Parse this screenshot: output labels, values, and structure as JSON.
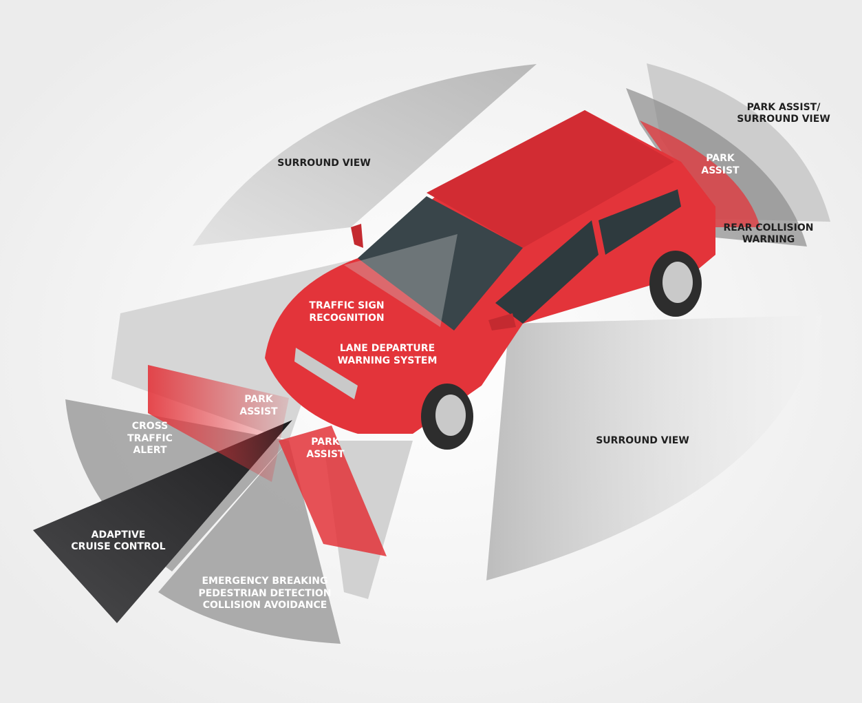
{
  "colors": {
    "red": "#e3343a",
    "dark": "#2b2b2d",
    "gray": "#b5b5b5",
    "background": "#f3f3f3"
  },
  "labels": {
    "surround_view_top": "SURROUND VIEW",
    "park_assist_surround_view": [
      "PARK ASSIST/",
      "SURROUND VIEW"
    ],
    "park_assist_rear": [
      "PARK",
      "ASSIST"
    ],
    "rear_collision_warning": [
      "REAR COLLISION",
      "WARNING"
    ],
    "traffic_sign_recognition": [
      "TRAFFIC SIGN",
      "RECOGNITION"
    ],
    "lane_departure_warning": [
      "LANE DEPARTURE",
      "WARNING SYSTEM"
    ],
    "park_assist_front_left": [
      "PARK",
      "ASSIST"
    ],
    "cross_traffic_alert": [
      "CROSS",
      "TRAFFIC",
      "ALERT"
    ],
    "park_assist_front_right": [
      "PARK",
      "ASSIST"
    ],
    "surround_view_right": "SURROUND VIEW",
    "adaptive_cruise_control": [
      "ADAPTIVE",
      "CRUISE CONTROL"
    ],
    "emergency": [
      "EMERGENCY BREAKING",
      "PEDESTRIAN DETECTION",
      "COLLISION AVOIDANCE"
    ]
  }
}
